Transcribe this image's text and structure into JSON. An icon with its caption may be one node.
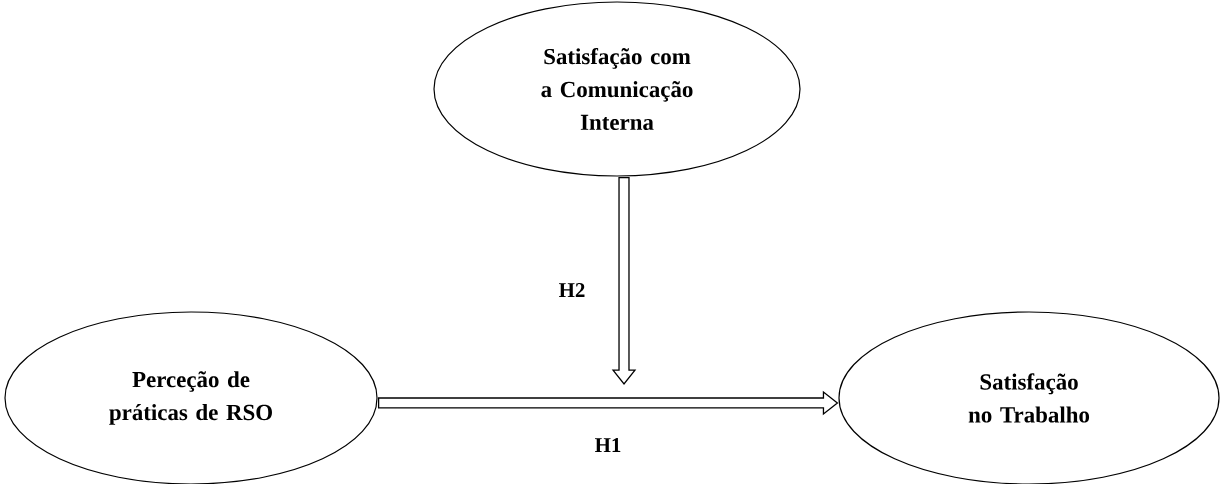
{
  "diagram": {
    "nodes": [
      {
        "text": [
          "Satisfação com a Comunicação Interna"
        ]
      },
      {
        "text": [
          "Perceção de práticas de RSO"
        ]
      },
      {
        "text": [
          "Satisfação no Trabalho"
        ]
      }
    ],
    "edges": [
      {
        "from": 1,
        "to": 2,
        "arrow": "to",
        "label": "H1"
      },
      {
        "from": 0,
        "to": null,
        "arrow": "to",
        "label": "H2"
      }
    ]
  }
}
